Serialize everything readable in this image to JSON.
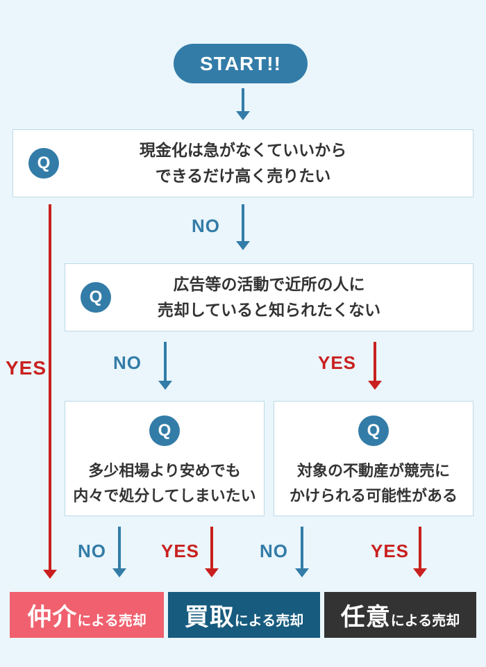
{
  "page": {
    "background": "#eaf6fb"
  },
  "palette": {
    "blue": "#337ca8",
    "red": "#c9201f",
    "box_border": "#bdd9e7",
    "text_dark": "#333333"
  },
  "start": {
    "label": "START!!"
  },
  "questions": [
    {
      "badge": "Q",
      "text": "現金化は急がなくていいから\nできるだけ高く売りたい"
    },
    {
      "badge": "Q",
      "text": "広告等の活動で近所の人に\n売却していると知られたくない"
    },
    {
      "badge": "Q",
      "text": "多少相場より安めでも\n内々で処分してしまいたい"
    },
    {
      "badge": "Q",
      "text": "対象の不動産が競売に\nかけられる可能性がある"
    }
  ],
  "decisions": {
    "q1": {
      "no": "NO",
      "yes": "YES"
    },
    "q2": {
      "no": "NO",
      "yes": "YES"
    },
    "q3": {
      "no": "NO",
      "yes": "YES"
    },
    "q4": {
      "no": "NO",
      "yes": "YES"
    }
  },
  "results": [
    {
      "emphasis": "仲介",
      "rest": "による売却",
      "bg": "#f0606e"
    },
    {
      "emphasis": "買取",
      "rest": "による売却",
      "bg": "#175b7e"
    },
    {
      "emphasis": "任意",
      "rest": "による売却",
      "bg": "#333333"
    }
  ]
}
